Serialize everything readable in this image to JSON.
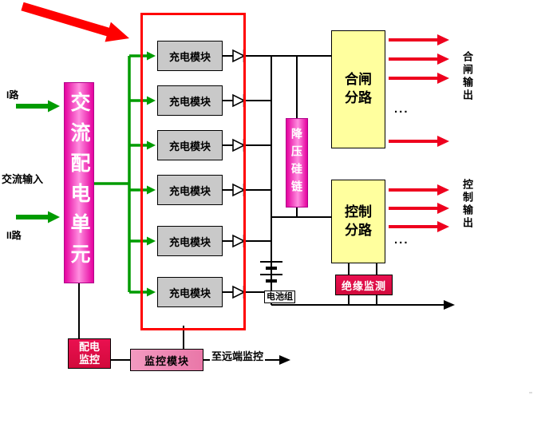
{
  "inputs": {
    "route1_label": "I路",
    "route2_label": "II路",
    "ac_input_label": "交流输入"
  },
  "blocks": {
    "ac_distribution_unit": "交流配电单元",
    "charge_modules": [
      "充电模块",
      "充电模块",
      "充电模块",
      "充电模块",
      "充电模块",
      "充电模块"
    ],
    "buck_silicon_chain": "降压硅链",
    "closing_branch": "合闸分路",
    "control_branch": "控制分路",
    "insulation_monitor": "绝缘监测",
    "distribution_monitor": "配电监控",
    "monitor_module": "监控模块"
  },
  "outputs": {
    "closing_output_label": "合闸输出",
    "control_output_label": "控制输出",
    "closing_ellipsis": "...",
    "control_ellipsis": "...",
    "to_remote_label": "至远端监控",
    "battery_label": "电池组"
  },
  "colors": {
    "magenta": "#e5009e",
    "magenta_light": "#ff8fe0",
    "yellow": "#ffff9e",
    "gray_module": "#c9c9c9",
    "red_box": "#d20a3c",
    "pink_box": "#f39ac0",
    "green_arrow": "#009b00",
    "red_arrow": "#ee001e",
    "annotation_red": "#ff0000",
    "line_black": "#000000"
  },
  "stray_mark": "ʼʼ"
}
